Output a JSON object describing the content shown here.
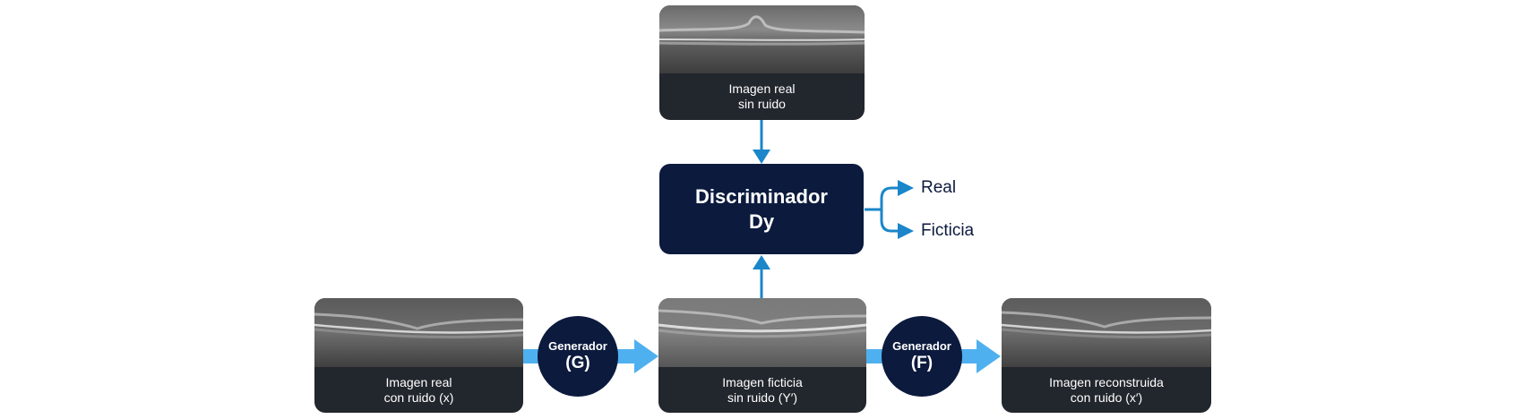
{
  "colors": {
    "card_bg": "#22262d",
    "node_bg": "#0b1a3d",
    "arrow_blue": "#1b86c9",
    "flow_arrow": "#4fb0f0"
  },
  "top_card": {
    "line1": "Imagen real",
    "line2": "sin ruido"
  },
  "discriminator": {
    "line1": "Discriminador",
    "line2": "Dy"
  },
  "outputs": {
    "real": "Real",
    "fake": "Ficticia"
  },
  "left_card": {
    "line1": "Imagen real",
    "line2": "con ruido (x)"
  },
  "middle_card": {
    "line1": "Imagen ficticia",
    "line2": "sin ruido (Y′)"
  },
  "right_card": {
    "line1": "Imagen reconstruida",
    "line2": "con ruido (x′)"
  },
  "generator_g": {
    "title": "Generador",
    "letter": "(G)"
  },
  "generator_f": {
    "title": "Generador",
    "letter": "(F)"
  }
}
